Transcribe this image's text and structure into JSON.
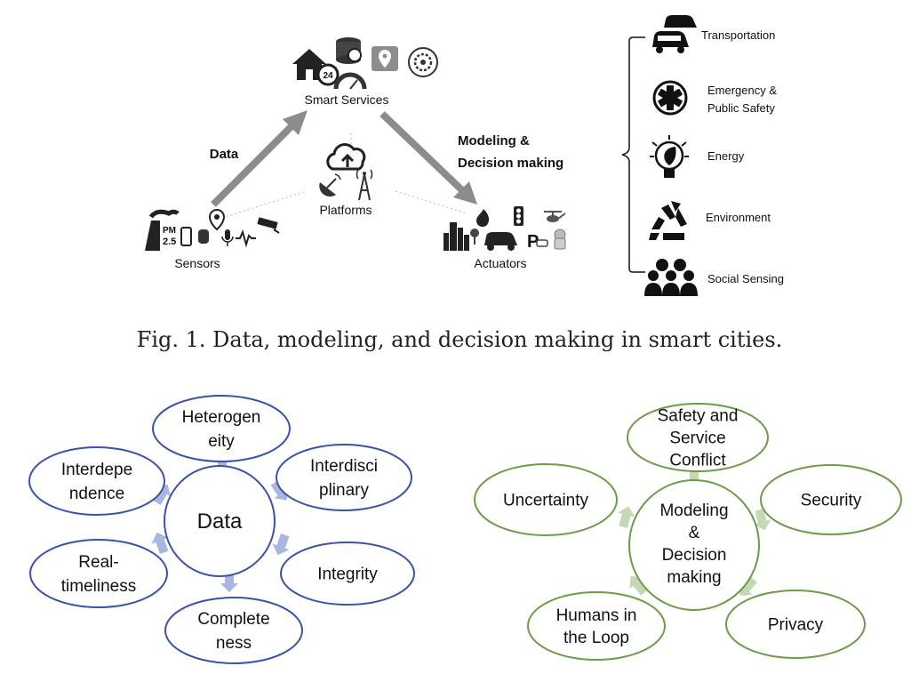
{
  "figure1": {
    "smart_services": "Smart Services",
    "sensors": "Sensors",
    "platforms": "Platforms",
    "actuators": "Actuators",
    "data_arrow": "Data",
    "modeling_arrow_line1": "Modeling &",
    "modeling_arrow_line2": "Decision making",
    "pm_label_line1": "PM",
    "pm_label_line2": "2.5",
    "clock_label": "24",
    "domains": [
      {
        "label_line1": "Transportation",
        "label_line2": "",
        "icon": "cars-icon"
      },
      {
        "label_line1": "Emergency &",
        "label_line2": "Public Safety",
        "icon": "star-of-life-icon"
      },
      {
        "label_line1": "Energy",
        "label_line2": "",
        "icon": "lightbulb-leaf-icon"
      },
      {
        "label_line1": "Environment",
        "label_line2": "",
        "icon": "recycle-icon"
      },
      {
        "label_line1": "Social Sensing",
        "label_line2": "",
        "icon": "people-group-icon"
      }
    ],
    "caption": "Fig. 1.  Data, modeling, and decision making in smart cities."
  },
  "data_cycle": {
    "center": "Data",
    "color": "#3a52a8",
    "arrow_color": "#a9b6de",
    "nodes": [
      {
        "lines": [
          "Heterogen",
          "eity"
        ]
      },
      {
        "lines": [
          "Interdisci",
          "plinary"
        ]
      },
      {
        "lines": [
          "Integrity"
        ]
      },
      {
        "lines": [
          "Complete",
          "ness"
        ]
      },
      {
        "lines": [
          "Real-",
          "timeliness"
        ]
      },
      {
        "lines": [
          "Interdepe",
          "ndence"
        ]
      }
    ]
  },
  "modeling_cycle": {
    "center_lines": [
      "Modeling",
      "&",
      "Decision",
      "making"
    ],
    "color": "#6e9a4a",
    "arrow_color": "#c5d8b4",
    "nodes": [
      {
        "lines": [
          "Safety and",
          "Service",
          "Conflict"
        ]
      },
      {
        "lines": [
          "Security"
        ]
      },
      {
        "lines": [
          "Privacy"
        ]
      },
      {
        "lines": [
          "Humans in",
          "the Loop"
        ]
      },
      {
        "lines": [
          "Uncertainty"
        ]
      }
    ]
  }
}
